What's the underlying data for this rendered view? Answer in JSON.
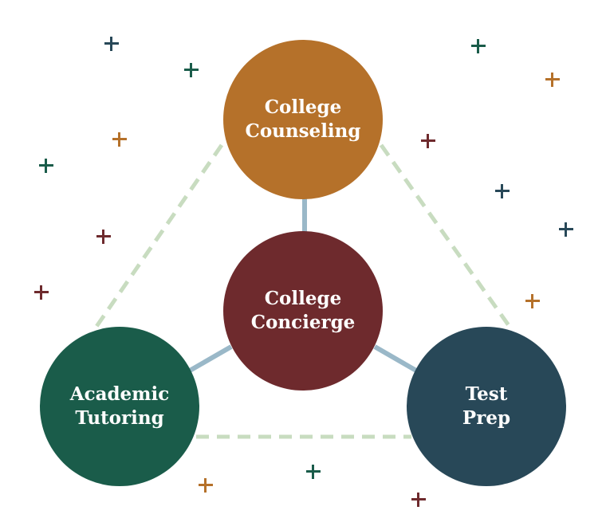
{
  "nodes": {
    "top": {
      "line1": "College",
      "line2": "Counseling",
      "color": "#b5712a"
    },
    "center": {
      "line1": "College",
      "line2": "Concierge",
      "color": "#6e2a2d"
    },
    "left": {
      "line1": "Academic",
      "line2": "Tutoring",
      "color": "#1a5c4a"
    },
    "right": {
      "line1": "Test",
      "line2": "Prep",
      "color": "#284858"
    }
  },
  "colors": {
    "connector": "#9ab8c8",
    "dashed": "#c8dcc0"
  }
}
